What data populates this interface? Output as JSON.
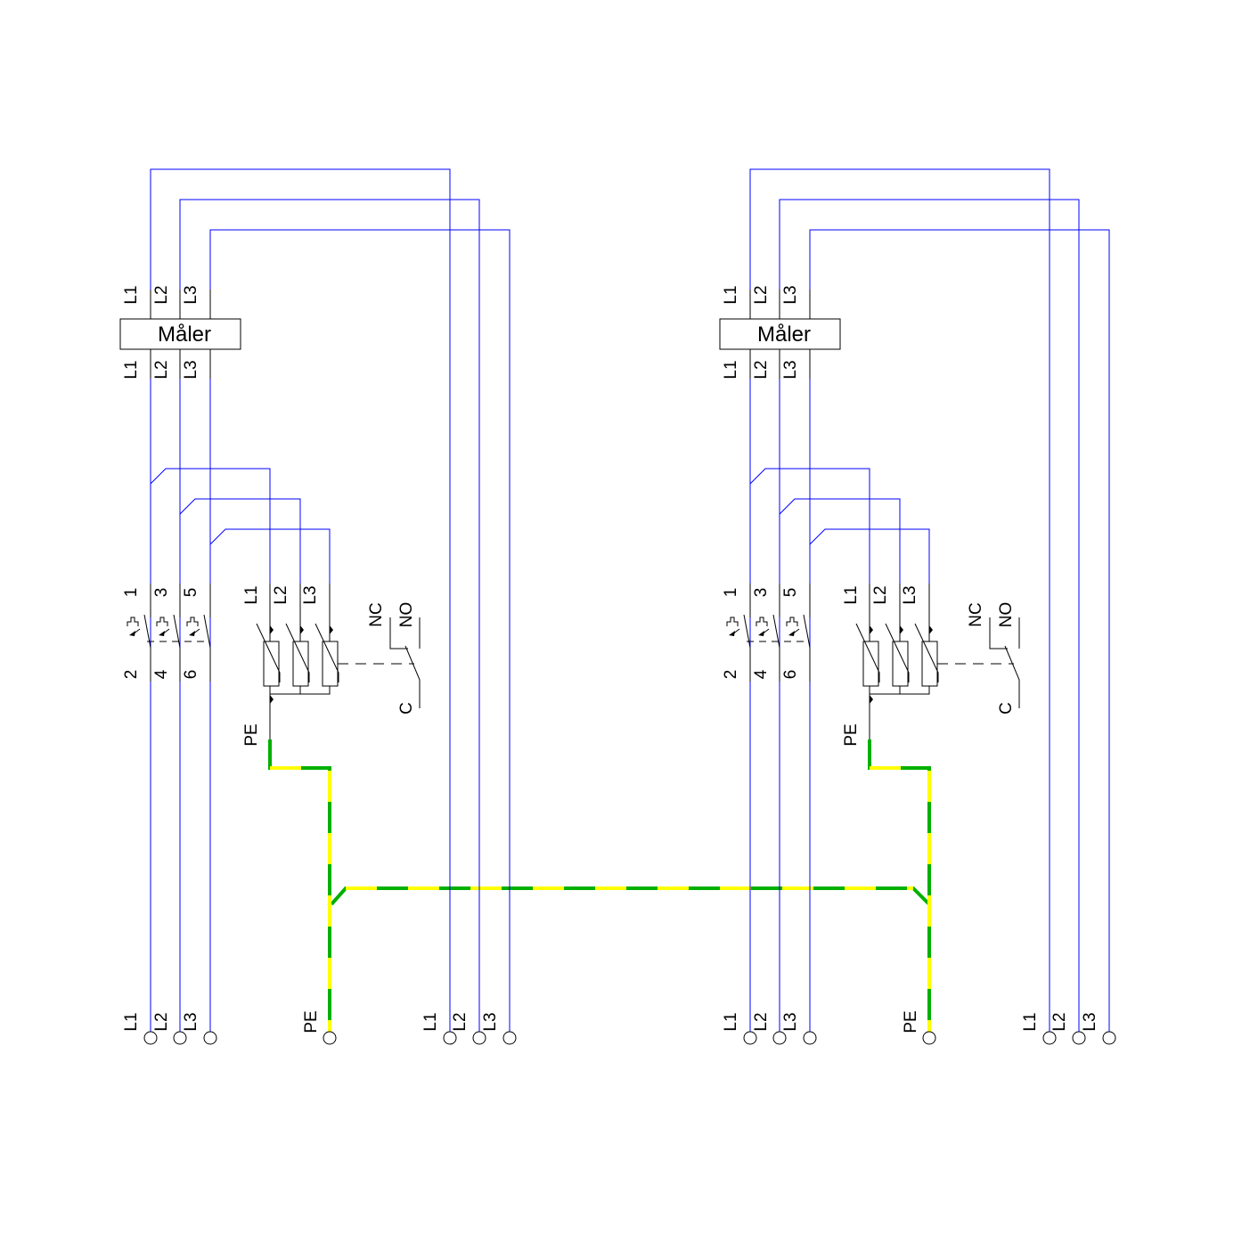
{
  "units": [
    {
      "meter_label": "Måler",
      "meter_in": [
        "L1",
        "L2",
        "L3"
      ],
      "meter_out": [
        "L1",
        "L2",
        "L3"
      ],
      "breaker_top": [
        "1",
        "3",
        "5"
      ],
      "breaker_bottom": [
        "2",
        "4",
        "6"
      ],
      "relay_inputs": [
        "L1",
        "L2",
        "L3"
      ],
      "relay_pe": "PE",
      "contact": {
        "nc": "NC",
        "no": "NO",
        "c": "C"
      },
      "terminals_in": [
        "L1",
        "L2",
        "L3"
      ],
      "terminal_pe": "PE",
      "terminals_out": [
        "L1",
        "L2",
        "L3"
      ]
    },
    {
      "meter_label": "Måler",
      "meter_in": [
        "L1",
        "L2",
        "L3"
      ],
      "meter_out": [
        "L1",
        "L2",
        "L3"
      ],
      "breaker_top": [
        "1",
        "3",
        "5"
      ],
      "breaker_bottom": [
        "2",
        "4",
        "6"
      ],
      "relay_inputs": [
        "L1",
        "L2",
        "L3"
      ],
      "relay_pe": "PE",
      "contact": {
        "nc": "NC",
        "no": "NO",
        "c": "C"
      },
      "terminals_in": [
        "L1",
        "L2",
        "L3"
      ],
      "terminal_pe": "PE",
      "terminals_out": [
        "L1",
        "L2",
        "L3"
      ]
    }
  ],
  "colors": {
    "phase": "#0000ff",
    "pe_green": "#00b000",
    "pe_yellow": "#ffff00",
    "symbol": "#000000"
  }
}
